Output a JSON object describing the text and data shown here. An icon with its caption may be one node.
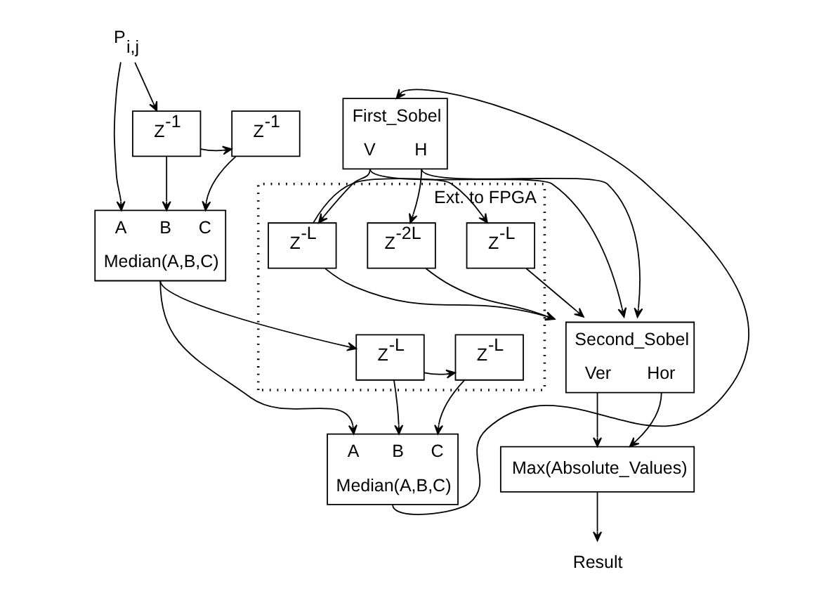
{
  "diagram": {
    "nodes": [
      {
        "text": [
          "P$_{i,j}$"
        ]
      },
      {
        "text": [
          "Z$^{-1}$"
        ]
      },
      {
        "text": [
          "Z$^{-1}$"
        ]
      },
      {
        "text": [
          "A",
          "B",
          "C",
          "Median(A,B,C)"
        ]
      },
      {
        "text": [
          "First_Sobel",
          "V",
          "H"
        ]
      },
      {
        "text": [
          "Ext. to FPGA"
        ]
      },
      {
        "text": [
          "Z$^{-L}$"
        ],
        "in": 5
      },
      {
        "text": [
          "Z$^{-L}$"
        ],
        "in": 5
      },
      {
        "text": [
          "Z$^{-L}$"
        ],
        "in": 5
      },
      {
        "text": [
          "Z$^{-L}$"
        ],
        "in": 5
      },
      {
        "text": [
          "Z$^{-2L}$"
        ],
        "in": 5
      },
      {
        "text": [
          "A",
          "B",
          "C",
          "Median(A,B,C)"
        ]
      },
      {
        "text": [
          "Second_Sobel",
          "Ver",
          "Hor"
        ]
      },
      {
        "text": [
          "Max(Absolute_Values)"
        ]
      },
      {
        "text": [
          "Result"
        ]
      }
    ],
    "edges": [
      {
        "from": 0,
        "to": 3,
        "arrow": "to"
      },
      {
        "from": 0,
        "to": 1,
        "arrow": "to"
      },
      {
        "from": 1,
        "to": 2,
        "arrow": "to"
      },
      {
        "from": 1,
        "to": 3,
        "arrow": "to"
      },
      {
        "from": 2,
        "to": 3,
        "arrow": "to"
      },
      {
        "from": 3,
        "to": 11,
        "arrow": "to"
      },
      {
        "from": 3,
        "to": 6,
        "arrow": "to"
      },
      {
        "from": 6,
        "to": 7,
        "arrow": "to"
      },
      {
        "from": 6,
        "to": 11,
        "arrow": "to"
      },
      {
        "from": 7,
        "to": 11,
        "arrow": "to"
      },
      {
        "from": 11,
        "to": 4,
        "arrow": "to"
      },
      {
        "from": 4,
        "to": 12,
        "arrow": "to"
      },
      {
        "from": 4,
        "to": 8,
        "arrow": "to"
      },
      {
        "from": 8,
        "to": 9,
        "arrow": "to"
      },
      {
        "from": 8,
        "to": 12,
        "arrow": "to"
      },
      {
        "from": 9,
        "to": 12,
        "arrow": "to"
      },
      {
        "from": 4,
        "to": 10,
        "arrow": "to"
      },
      {
        "from": 4,
        "to": 12,
        "arrow": "to"
      },
      {
        "from": 10,
        "to": 12,
        "arrow": "to"
      },
      {
        "from": 12,
        "to": 13,
        "arrow": "to"
      },
      {
        "from": 12,
        "to": 13,
        "arrow": "to"
      },
      {
        "from": 13,
        "to": 14,
        "arrow": "to"
      }
    ]
  }
}
